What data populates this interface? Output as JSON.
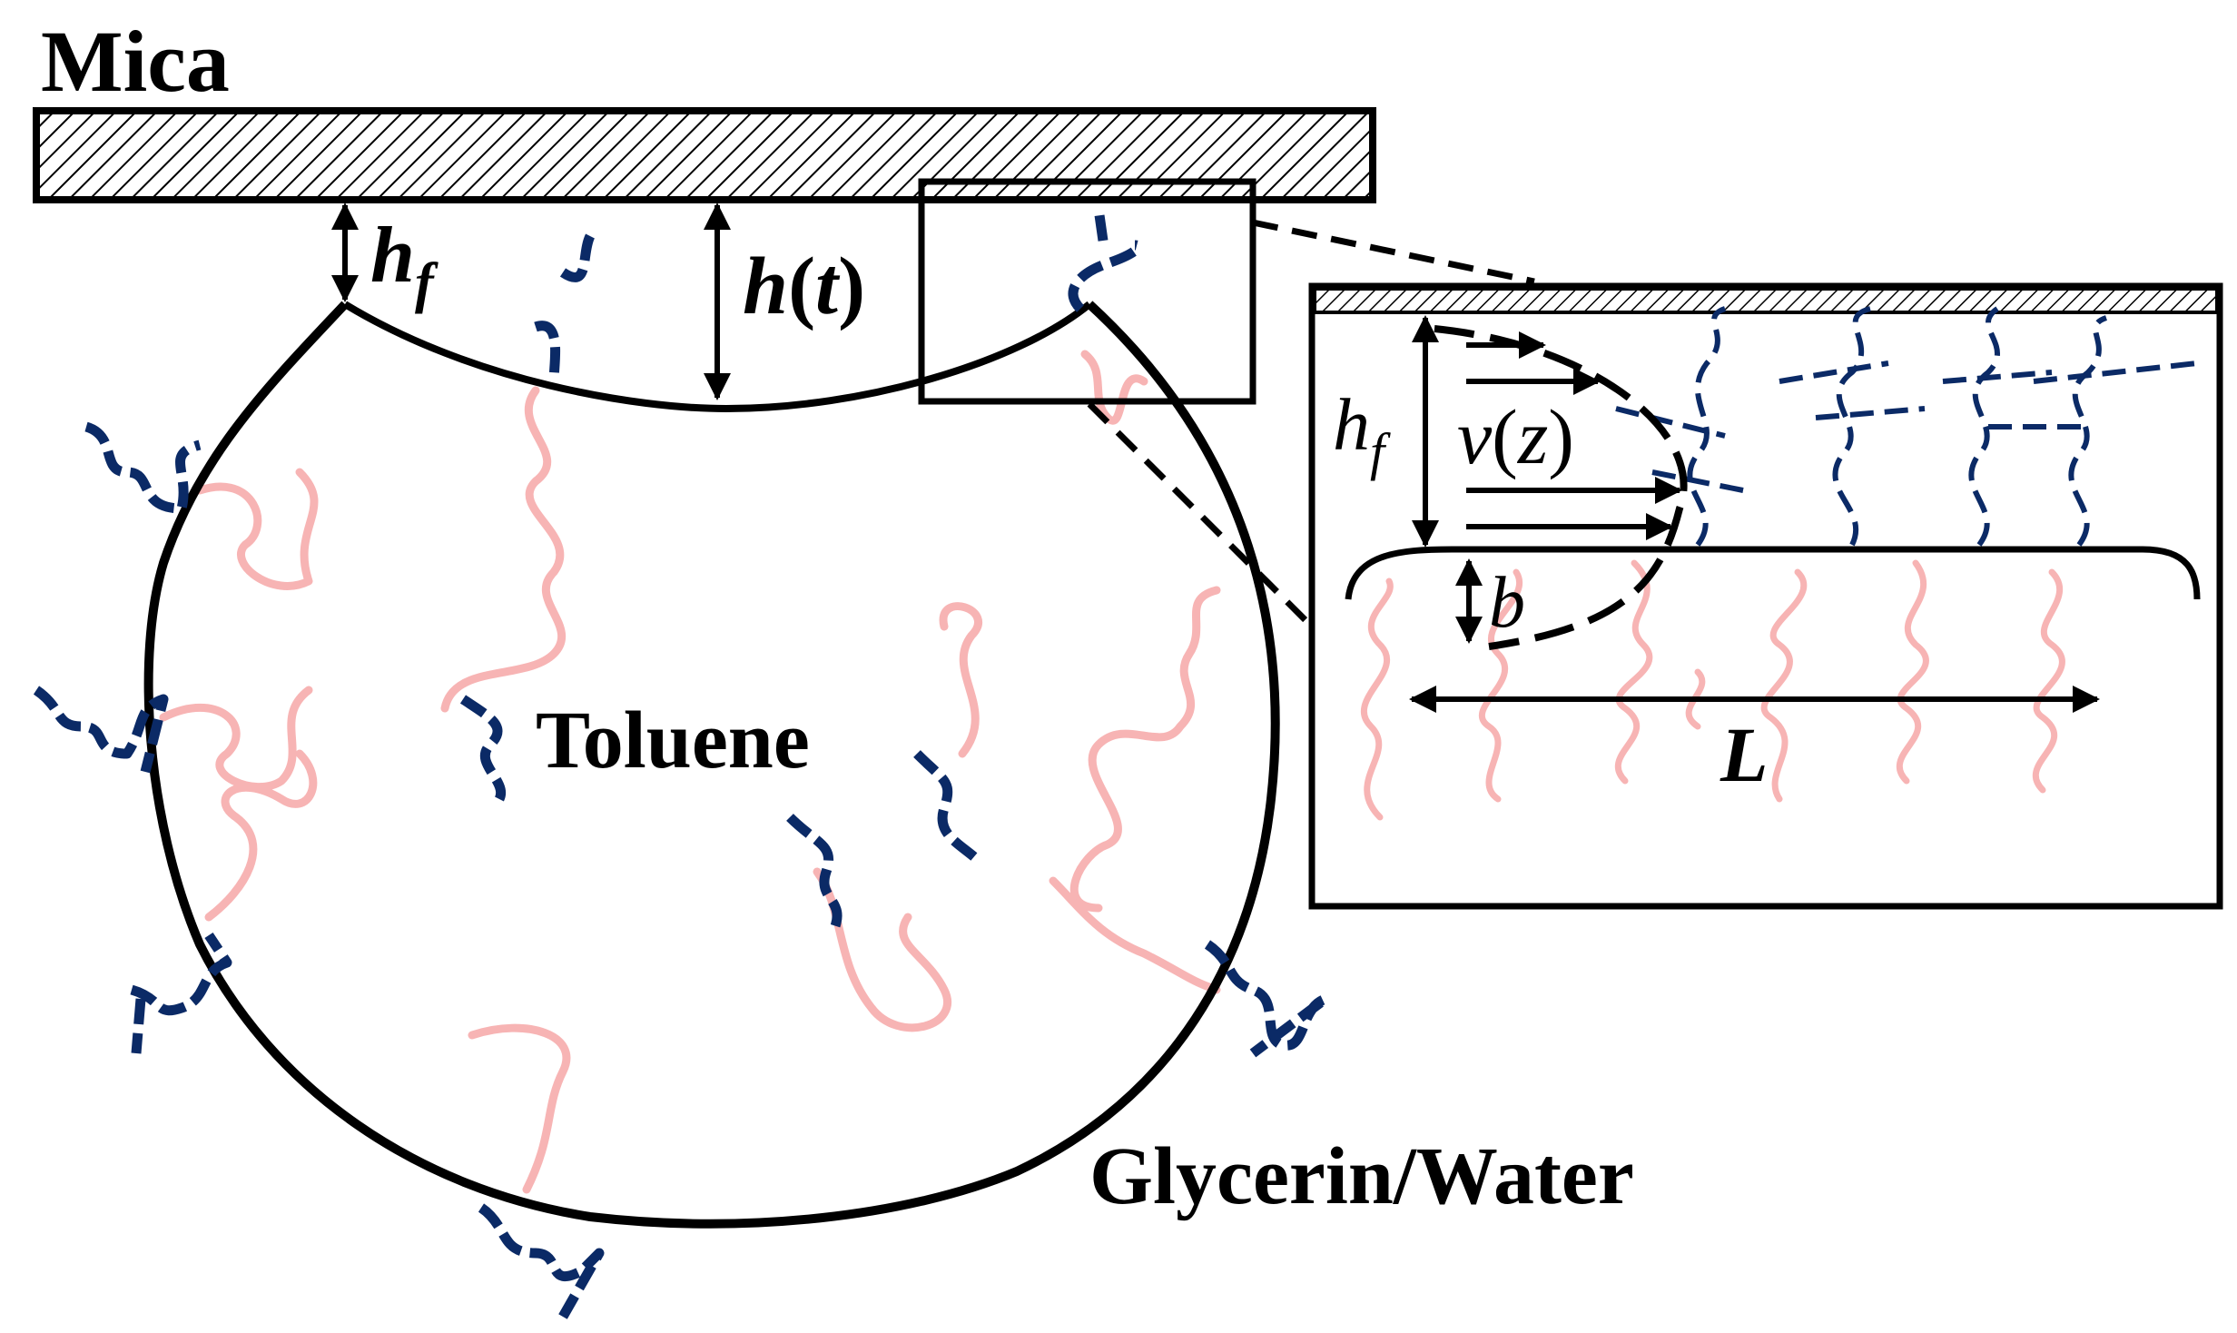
{
  "labels": {
    "mica": "Mica",
    "toluene": "Toluene",
    "glycerin_water": "Glycerin/Water",
    "hf_main": "h",
    "hf_main_sub": "f",
    "ht_h": "h",
    "ht_t": "t",
    "hf_inset": "h",
    "hf_inset_sub": "f",
    "vz_v": "v",
    "vz_z": "z",
    "b": "b",
    "L": "L"
  },
  "colors": {
    "outline": "#000000",
    "polymer_hydrophobic": "#0b2a66",
    "polymer_hydrophilic": "#f7b4b4",
    "background": "#ffffff"
  }
}
